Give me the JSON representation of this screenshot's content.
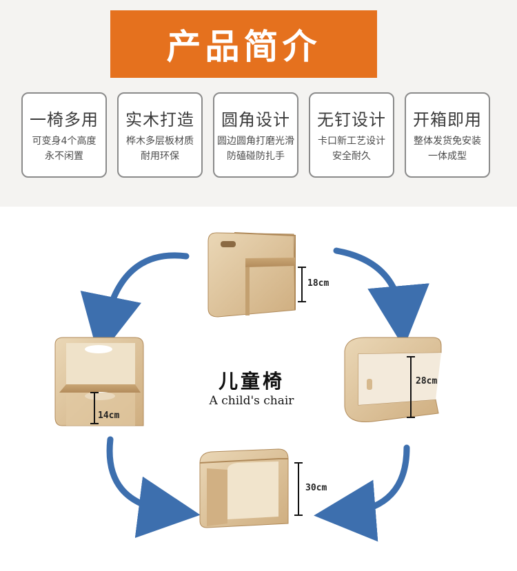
{
  "banner": {
    "title": "产品简介"
  },
  "features": [
    {
      "heading": "一椅多用",
      "line1": "可变身4个高度",
      "line2": "永不闲置"
    },
    {
      "heading": "实木打造",
      "line1": "桦木多层板材质",
      "line2": "耐用环保"
    },
    {
      "heading": "圆角设计",
      "line1": "圆边圆角打磨光滑",
      "line2": "防磕碰防扎手"
    },
    {
      "heading": "无钉设计",
      "line1": "卡口新工艺设计",
      "line2": "安全耐久"
    },
    {
      "heading": "开箱即用",
      "line1": "整体发货免安装",
      "line2": "一体成型"
    }
  ],
  "diagram": {
    "title_cn": "儿童椅",
    "title_en": "A child's chair",
    "heights": {
      "top": "18cm",
      "right": "28cm",
      "bottom": "30cm",
      "left": "14cm"
    }
  },
  "colors": {
    "banner": "#e5711e",
    "arrow": "#3d6fae",
    "wood": "#dcc29a"
  }
}
